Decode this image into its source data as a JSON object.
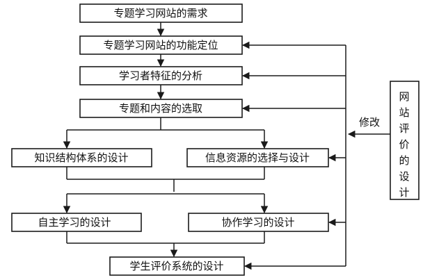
{
  "diagram": {
    "boxes": {
      "requirements": "专题学习网站的需求",
      "function_positioning": "专题学习网站的功能定位",
      "learner_analysis": "学习者特征的分析",
      "topic_content_selection": "专题和内容的选取",
      "knowledge_structure_design": "知识结构体系的设计",
      "info_resource_design": "信息资源的选择与设计",
      "self_study_design": "自主学习的设计",
      "collaborative_study_design": "协作学习的设计",
      "student_evaluation_design": "学生评价系统的设计"
    },
    "evaluation_box": [
      "网",
      "站",
      "评",
      "价",
      "的",
      "设",
      "计"
    ],
    "feedback_label": "修改"
  }
}
